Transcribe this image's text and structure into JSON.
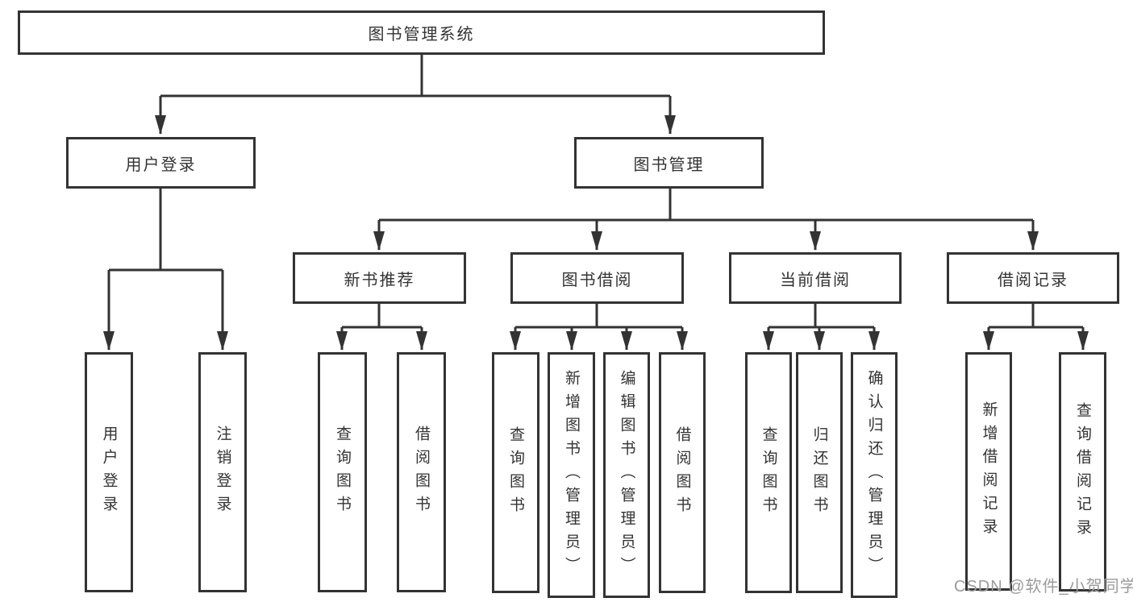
{
  "diagram": {
    "root": {
      "label": "图书管理系统"
    },
    "level2": {
      "user_login": {
        "label": "用户登录"
      },
      "book_mgmt": {
        "label": "图书管理"
      }
    },
    "level3": {
      "new_books": {
        "label": "新书推荐"
      },
      "book_borrow": {
        "label": "图书借阅"
      },
      "current_borrow": {
        "label": "当前借阅"
      },
      "borrow_records": {
        "label": "借阅记录"
      }
    },
    "leaves": {
      "user_login": {
        "label": "用户登录"
      },
      "logout": {
        "label": "注销登录"
      },
      "nb_query": {
        "label": "查询图书"
      },
      "nb_borrow": {
        "label": "借阅图书"
      },
      "bb_query": {
        "label": "查询图书"
      },
      "bb_add": {
        "label": "新增图书（管理员）"
      },
      "bb_edit": {
        "label": "编辑图书（管理员）"
      },
      "bb_borrow": {
        "label": "借阅图书"
      },
      "cb_query": {
        "label": "查询图书"
      },
      "cb_return": {
        "label": "归还图书"
      },
      "cb_confirm": {
        "label": "确认归还（管理员）"
      },
      "rec_add": {
        "label": "新增借阅记录"
      },
      "rec_query": {
        "label": "查询借阅记录"
      }
    }
  },
  "watermark": "CSDN @软件_小贺同学",
  "colors": {
    "line": "#333333",
    "text": "#333333",
    "box_background": "#ffffff",
    "watermark": "#9b9b9b",
    "background": "#ffffff"
  }
}
